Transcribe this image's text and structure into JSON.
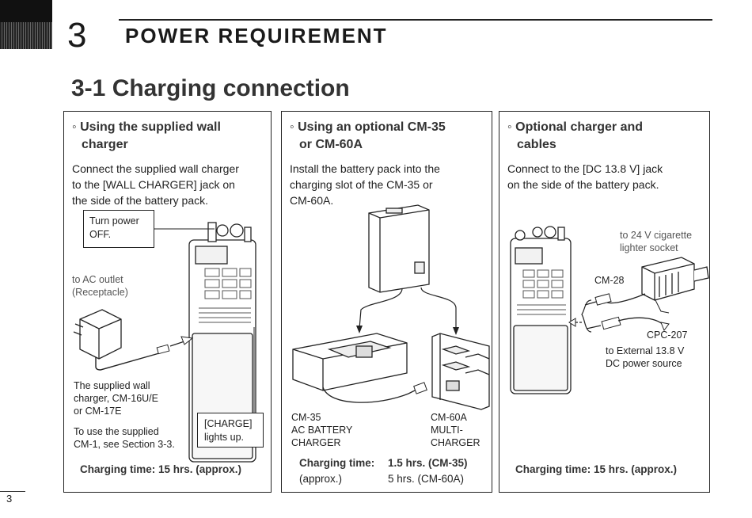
{
  "chapter": {
    "number": "3",
    "title": "POWER REQUIREMENT"
  },
  "section": {
    "title": "3-1 Charging connection"
  },
  "panel1": {
    "title_line1": "◦ Using the supplied wall",
    "title_line2": "charger",
    "body_line1": "Connect the supplied wall charger",
    "body_line2": "to the [WALL CHARGER] jack on",
    "body_line3": "the side of the battery pack.",
    "callout_power_line1": "Turn power",
    "callout_power_line2": "OFF.",
    "ac_outlet_line1": "to AC outlet",
    "ac_outlet_line2": "(Receptacle)",
    "supplied_line1": "The supplied wall",
    "supplied_line2": "charger, CM-16U/E",
    "supplied_line3": "or CM-17E",
    "cm1_line1": "To use the supplied",
    "cm1_line2": "CM-1, see Section 3-3.",
    "callout_charge_line1": "[CHARGE]",
    "callout_charge_line2": "lights up.",
    "charging_time": "Charging time: 15 hrs. (approx.)"
  },
  "panel2": {
    "title_line1": "◦ Using an optional CM-35",
    "title_line2": "or CM-60A",
    "body_line1": "Install the battery pack into the",
    "body_line2": "charging slot of the CM-35 or",
    "body_line3": "CM-60A.",
    "cm35_line1": "CM-35",
    "cm35_line2": "AC BATTERY",
    "cm35_line3": "CHARGER",
    "cm60_line1": "CM-60A",
    "cm60_line2": "MULTI-",
    "cm60_line3": "CHARGER",
    "time_label": "Charging time:",
    "time_cm35": "1.5 hrs. (CM-35)",
    "time_approx": "(approx.)",
    "time_cm60": "5 hrs. (CM-60A)"
  },
  "panel3": {
    "title_line1": "◦ Optional charger and",
    "title_line2": "cables",
    "body_line1": "Connect to the [DC 13.8 V] jack",
    "body_line2": "on the side of the battery pack.",
    "cig_line1": "to 24 V cigarette",
    "cig_line2": "lighter socket",
    "cm28": "CM-28",
    "cpc207": "CPC-207",
    "ext_line1": "to External 13.8 V",
    "ext_line2": "DC power source",
    "charging_time": "Charging time: 15 hrs. (approx.)"
  },
  "page_number": "3"
}
